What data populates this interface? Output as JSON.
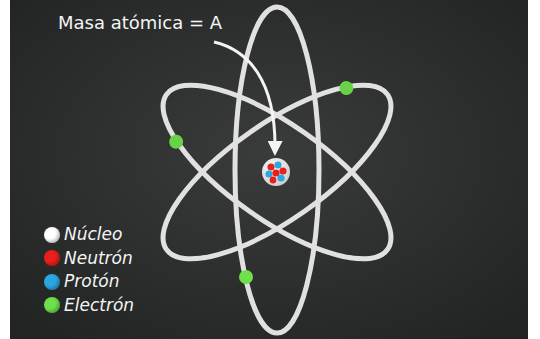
{
  "diagram": {
    "labels": [
      "Masa atómica = A"
    ],
    "legend": [
      {
        "text": "Núcleo",
        "color": "#ffffff"
      },
      {
        "text": "Neutrón",
        "color": "#e8201c"
      },
      {
        "text": "Protón",
        "color": "#2aa7e0"
      },
      {
        "text": "Electrón",
        "color": "#6ee04a"
      }
    ]
  }
}
